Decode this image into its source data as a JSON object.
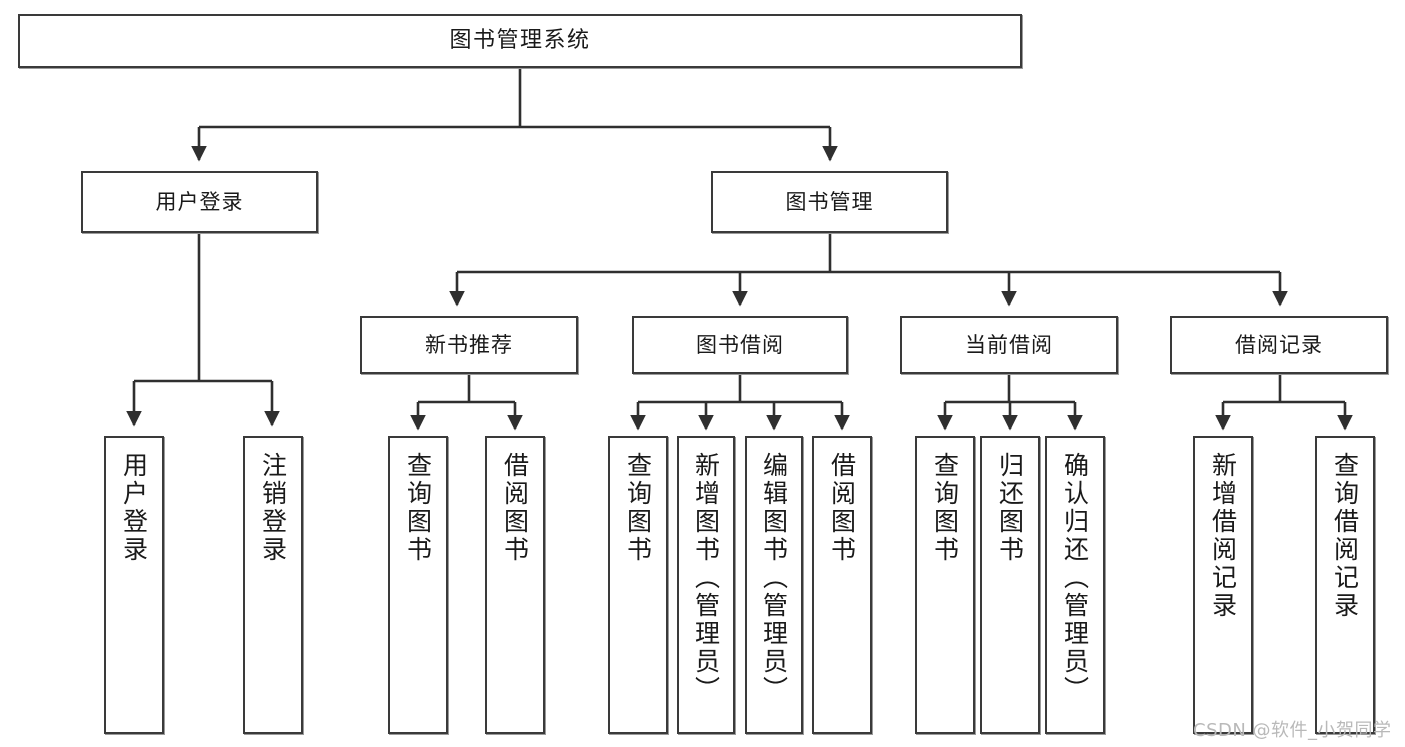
{
  "diagram": {
    "type": "tree",
    "title": "图书管理系统",
    "root": {
      "label": "图书管理系统"
    },
    "level2": [
      {
        "label": "用户登录"
      },
      {
        "label": "图书管理"
      }
    ],
    "level3": [
      {
        "label": "新书推荐"
      },
      {
        "label": "图书借阅"
      },
      {
        "label": "当前借阅"
      },
      {
        "label": "借阅记录"
      }
    ],
    "leaves": {
      "user_login": [
        {
          "label": "用户登录"
        },
        {
          "label": "注销登录"
        }
      ],
      "new_book": [
        {
          "label": "查询图书"
        },
        {
          "label": "借阅图书"
        }
      ],
      "book_borrow": [
        {
          "label": "查询图书"
        },
        {
          "label": "新增图书（管理员）"
        },
        {
          "label": "编辑图书（管理员）"
        },
        {
          "label": "借阅图书"
        }
      ],
      "current_borrow": [
        {
          "label": "查询图书"
        },
        {
          "label": "归还图书"
        },
        {
          "label": "确认归还（管理员）"
        }
      ],
      "borrow_record": [
        {
          "label": "新增借阅记录"
        },
        {
          "label": "查询借阅记录"
        }
      ]
    }
  },
  "watermark": {
    "text": "CSDN @软件_小贺同学"
  },
  "colors": {
    "border": "#3a3a3a",
    "background": "#ffffff",
    "text": "#1a1a1a",
    "watermark": "#b9b9b9"
  }
}
